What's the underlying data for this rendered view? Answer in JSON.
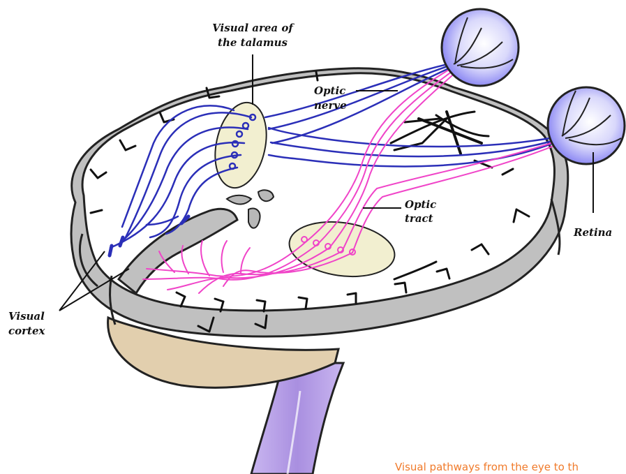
{
  "labels": {
    "thalamus_line1": "Visual area of",
    "thalamus_line2": "the talamus",
    "optic_nerve_line1": "Optic",
    "optic_nerve_line2": "nerve",
    "optic_tract_line1": "Optic",
    "optic_tract_line2": "tract",
    "retina": "Retina",
    "visual_cortex_line1": "Visual",
    "visual_cortex_line2": "cortex"
  },
  "caption": "Visual pathways from the eye to th",
  "colors": {
    "left_pathway": "#2b2fb8",
    "right_pathway": "#f044c8",
    "eyeball": "#7f7bf2",
    "thalamus_fill": "#f2efd0",
    "brain_rim": "#c0c0c0",
    "brainstem": "#a98fe0",
    "cerebellum": "#e2cfae",
    "caption": "#f07a2a"
  }
}
